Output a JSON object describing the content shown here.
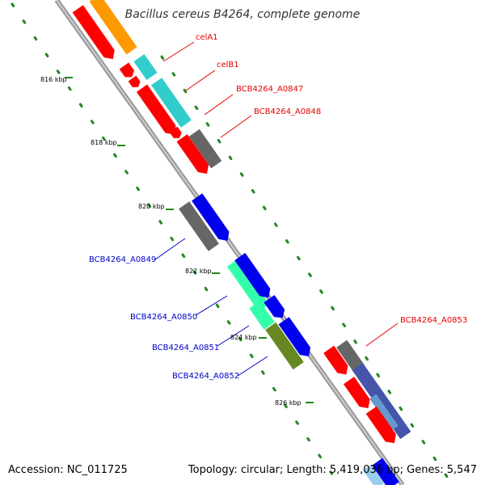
{
  "title": "Bacillus cereus B4264, complete genome",
  "ticks": [
    "816 kbp",
    "818 kbp",
    "820 kbp",
    "822 kbp",
    "824 kbp",
    "826 kbp"
  ],
  "gene_labels": {
    "celA1": "celA1",
    "celB1": "celB1",
    "a0847": "BCB4264_A0847",
    "a0848": "BCB4264_A0848",
    "a0849": "BCB4264_A0849",
    "a0850": "BCB4264_A0850",
    "a0851": "BCB4264_A0851",
    "a0852": "BCB4264_A0852",
    "a0853": "BCB4264_A0853"
  },
  "footer": {
    "accession": "Accession: NC_011725",
    "topology": "Topology: circular; Length: 5,419,036 bp; Genes: 5,547"
  },
  "colors": {
    "red": "#ff0000",
    "orange": "#ff9900",
    "cyan": "#33cccc",
    "gray": "#666666",
    "blue": "#0000ee",
    "mint": "#33ffaa",
    "olive": "#668822",
    "slate": "#4455aa",
    "track_green": "#228822",
    "backbone": "#999999"
  }
}
